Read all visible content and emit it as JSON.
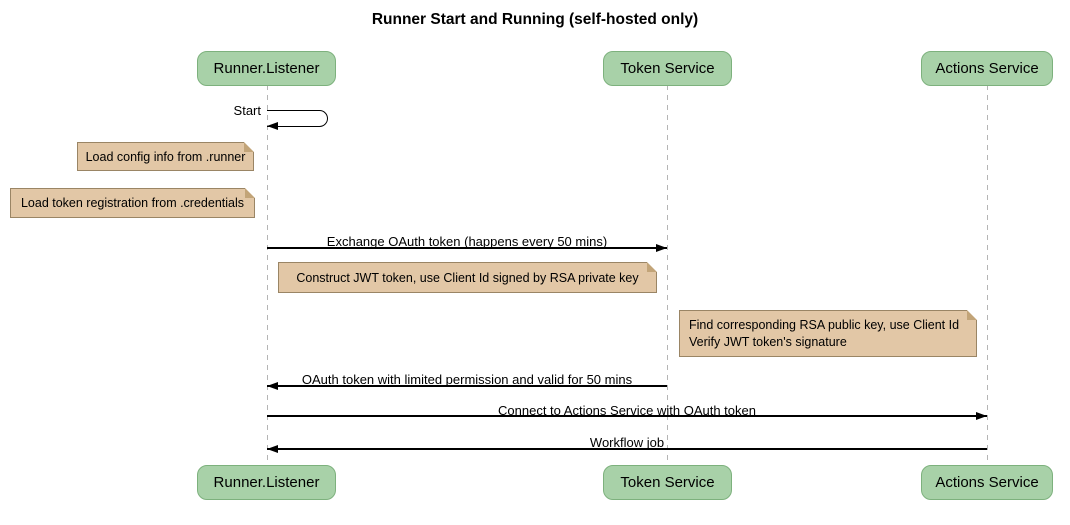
{
  "diagram": {
    "title": "Runner Start and Running (self-hosted only)",
    "type": "sequence-diagram"
  },
  "participants": [
    {
      "name": "Runner.Listener"
    },
    {
      "name": "Token Service"
    },
    {
      "name": "Actions Service"
    }
  ],
  "messages": [
    {
      "label": "Start",
      "from": "Runner.Listener",
      "to": "Runner.Listener",
      "kind": "self"
    },
    {
      "label": "Exchange OAuth token (happens every 50 mins)",
      "from": "Runner.Listener",
      "to": "Token Service",
      "kind": "solid-arrow"
    },
    {
      "label": "OAuth token with limited permission and valid for 50 mins",
      "from": "Token Service",
      "to": "Runner.Listener",
      "kind": "solid-arrow"
    },
    {
      "label": "Connect to Actions Service with OAuth token",
      "from": "Runner.Listener",
      "to": "Actions Service",
      "kind": "solid-arrow"
    },
    {
      "label": "Workflow job",
      "from": "Actions Service",
      "to": "Runner.Listener",
      "kind": "solid-arrow"
    }
  ],
  "notes": [
    {
      "text": "Load config info from .runner",
      "position": "left of Runner.Listener"
    },
    {
      "text": "Load token registration from .credentials",
      "position": "left of Runner.Listener"
    },
    {
      "text": "Construct JWT token, use Client Id signed by RSA private key",
      "position": "over Runner.Listener and Token Service"
    },
    {
      "text": "Find corresponding RSA public key, use Client Id\nVerify JWT token's signature",
      "position": "left of Actions Service"
    }
  ],
  "colors": {
    "participant_fill": "#a8d1a8",
    "participant_border": "#7db17d",
    "note_fill": "#e2c7a6",
    "note_border": "#9a8565",
    "lifeline": "#b5b5b5",
    "message_line": "#000000",
    "background": "#ffffff",
    "text": "#000000"
  }
}
